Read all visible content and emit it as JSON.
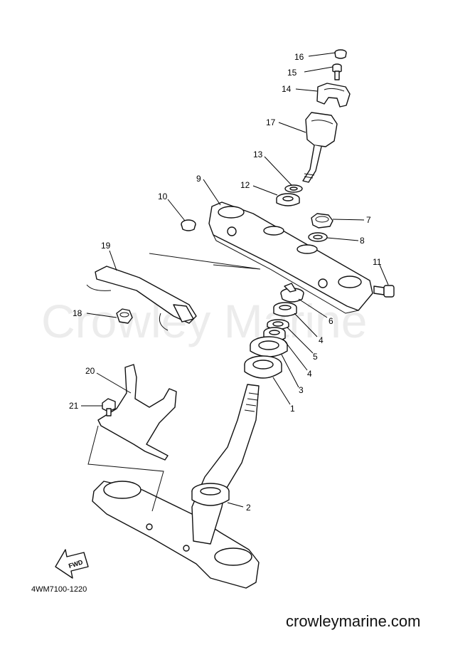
{
  "diagram": {
    "watermark": "Crowley Marine",
    "drawing_code": "4WM7100-1220",
    "site_label": "crowleymarine.com",
    "fwd_label": "FWD",
    "callouts": {
      "c1": "1",
      "c2": "2",
      "c3": "3",
      "c4a": "4",
      "c4b": "4",
      "c5": "5",
      "c6": "6",
      "c7": "7",
      "c8": "8",
      "c9": "9",
      "c10": "10",
      "c11": "11",
      "c12": "12",
      "c13": "13",
      "c14": "14",
      "c15": "15",
      "c16": "16",
      "c17": "17",
      "c18": "18",
      "c19": "19",
      "c20": "20",
      "c21": "21"
    }
  }
}
